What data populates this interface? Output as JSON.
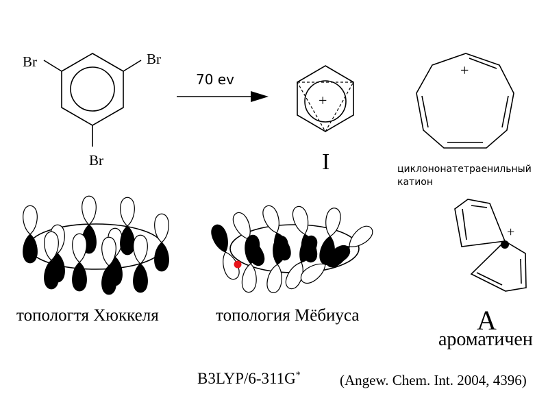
{
  "reaction": {
    "substituent_top_left": "Br",
    "substituent_top_right": "Br",
    "substituent_bottom": "Br",
    "arrow_label": "70 ev",
    "product_charge": "+",
    "product_label": "I"
  },
  "cyclononatetraenyl": {
    "charge": "+",
    "caption_line1": "циклононатетраенильный",
    "caption_line2": "катион"
  },
  "huckel": {
    "caption": "топологтя Хюккеля"
  },
  "mobius": {
    "caption": "топология Мёбиуса"
  },
  "spiro": {
    "charge": "+",
    "label": "A",
    "caption": "ароматичен"
  },
  "method": {
    "text": "B3LYP/6-311G",
    "superscript": "*"
  },
  "reference": {
    "text": "(Angew. Chem. Int. 2004, 4396)"
  },
  "colors": {
    "stroke": "#000000",
    "highlight": "#e8141b"
  }
}
